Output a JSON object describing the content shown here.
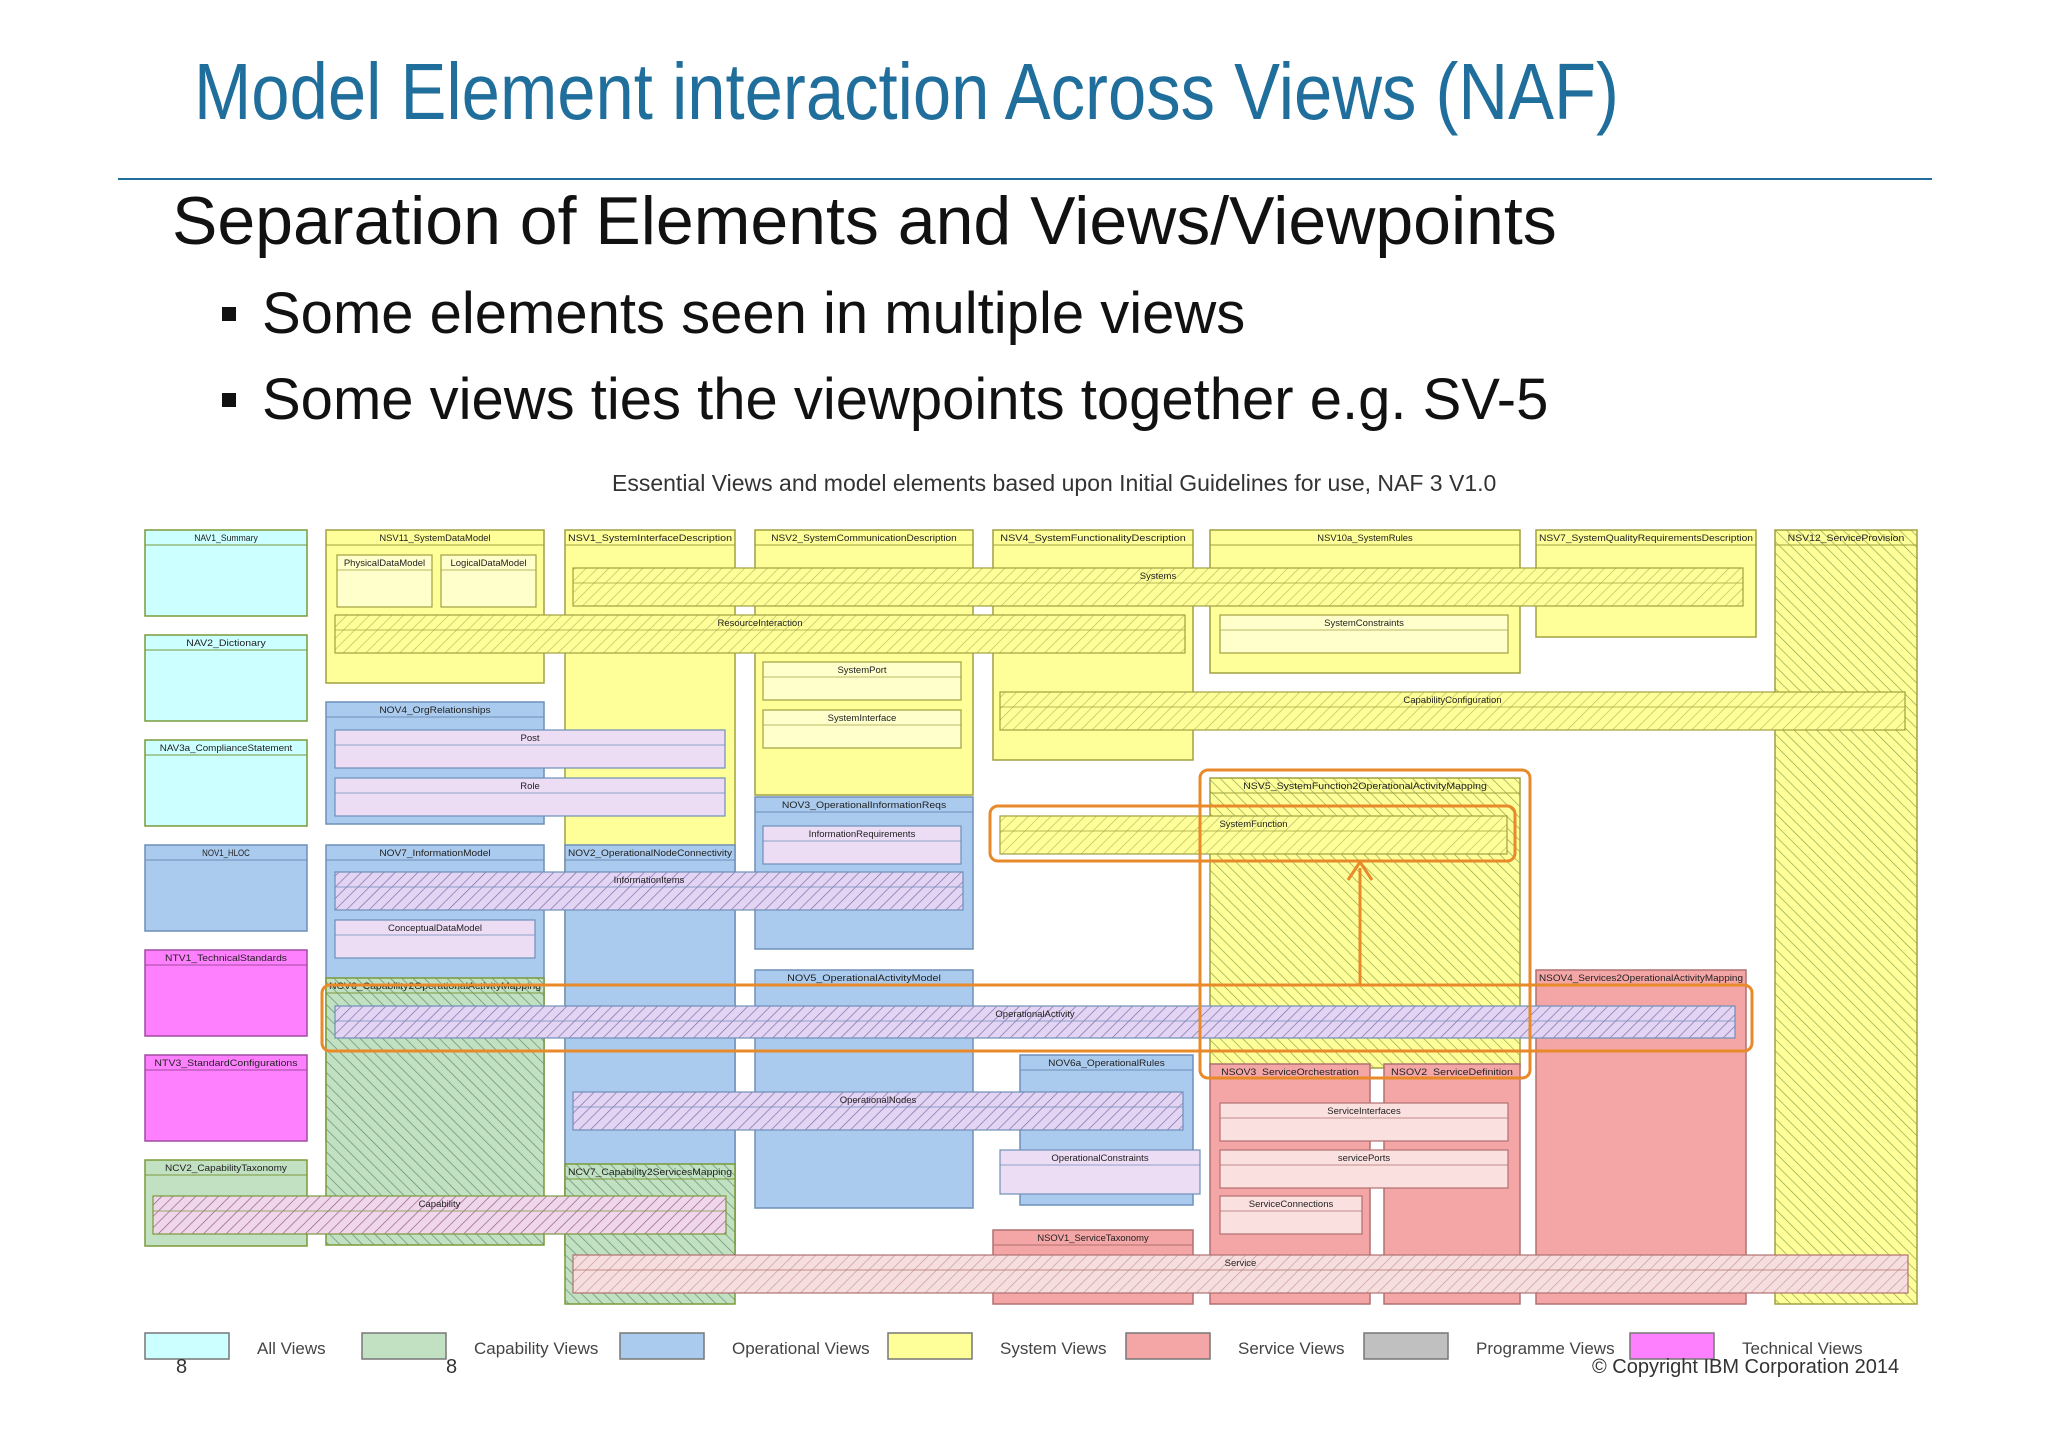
{
  "slide": {
    "title": "Model Element interaction Across Views (NAF)",
    "heading": "Separation of Elements and Views/Viewpoints",
    "bullets": [
      "Some elements seen in multiple views",
      "Some views ties the viewpoints together e.g. SV-5"
    ],
    "page_left": "8",
    "page_mid": "8",
    "copyright": "© Copyright IBM Corporation 2014"
  },
  "diagram": {
    "title": "Essential Views and model elements based upon Initial Guidelines for use, NAF 3 V1.0",
    "colors": {
      "all": "#ccffff",
      "capability": "#c2e0c2",
      "operational": "#aacbee",
      "system": "#ffff99",
      "service": "#f4a6a6",
      "programme": "#c0c0c0",
      "technical": "#ff80ff",
      "highlight": "#e8892a"
    },
    "views": [
      {
        "label": "NAV1_Summary",
        "cat": "all"
      },
      {
        "label": "NAV2_Dictionary",
        "cat": "all"
      },
      {
        "label": "NAV3a_ComplianceStatement",
        "cat": "all"
      },
      {
        "label": "NOV1_HLOC",
        "cat": "operational"
      },
      {
        "label": "NTV1_TechnicalStandards",
        "cat": "technical"
      },
      {
        "label": "NTV3_StandardConfigurations",
        "cat": "technical"
      },
      {
        "label": "NCV2_CapabilityTaxonomy",
        "cat": "capability"
      },
      {
        "label": "NSV11_SystemDataModel",
        "cat": "system"
      },
      {
        "label": "NOV4_OrgRelationships",
        "cat": "operational"
      },
      {
        "label": "NOV7_InformationModel",
        "cat": "operational"
      },
      {
        "label": "NCV6_Capability2OperationalActivityMapping",
        "cat": "capability"
      },
      {
        "label": "NSV1_SystemInterfaceDescription",
        "cat": "system"
      },
      {
        "label": "NOV2_OperationalNodeConnectivity",
        "cat": "operational"
      },
      {
        "label": "NCV7_Capability2ServicesMapping",
        "cat": "capability"
      },
      {
        "label": "NSV2_SystemCommunicationDescription",
        "cat": "system"
      },
      {
        "label": "NOV3_OperationalInformationReqs",
        "cat": "operational"
      },
      {
        "label": "NOV5_OperationalActivityModel",
        "cat": "operational"
      },
      {
        "label": "NSV4_SystemFunctionalityDescription",
        "cat": "system"
      },
      {
        "label": "NOV6a_OperationalRules",
        "cat": "operational"
      },
      {
        "label": "NSOV1_ServiceTaxonomy",
        "cat": "service"
      },
      {
        "label": "NSV10a_SystemRules",
        "cat": "system"
      },
      {
        "label": "NSV5_SystemFunction2OperationalActivityMapping",
        "cat": "system"
      },
      {
        "label": "NSOV3_ServiceOrchestration",
        "cat": "service"
      },
      {
        "label": "NSOV2_ServiceDefinition",
        "cat": "service"
      },
      {
        "label": "NSV7_SystemQualityRequirementsDescription",
        "cat": "system"
      },
      {
        "label": "NSOV4_Services2OperationalActivityMapping",
        "cat": "service"
      },
      {
        "label": "NSV12_ServiceProvision",
        "cat": "system"
      }
    ],
    "elements": [
      {
        "label": "PhysicalDataModel",
        "cat": "system"
      },
      {
        "label": "LogicalDataModel",
        "cat": "system"
      },
      {
        "label": "Systems",
        "cat": "system"
      },
      {
        "label": "ResourceInteraction",
        "cat": "system"
      },
      {
        "label": "SystemConstraints",
        "cat": "system"
      },
      {
        "label": "SystemPort",
        "cat": "system"
      },
      {
        "label": "SystemInterface",
        "cat": "system"
      },
      {
        "label": "CapabilityConfiguration",
        "cat": "system"
      },
      {
        "label": "Post",
        "cat": "operational"
      },
      {
        "label": "Role",
        "cat": "operational"
      },
      {
        "label": "InformationRequirements",
        "cat": "operational"
      },
      {
        "label": "SystemFunction",
        "cat": "system"
      },
      {
        "label": "InformationItems",
        "cat": "operational"
      },
      {
        "label": "ConceptualDataModel",
        "cat": "operational"
      },
      {
        "label": "OperationalActivity",
        "cat": "operational"
      },
      {
        "label": "OperationalNodes",
        "cat": "operational"
      },
      {
        "label": "OperationalConstraints",
        "cat": "operational"
      },
      {
        "label": "ServiceInterfaces",
        "cat": "service"
      },
      {
        "label": "servicePorts",
        "cat": "service"
      },
      {
        "label": "ServiceConnections",
        "cat": "service"
      },
      {
        "label": "Capability",
        "cat": "capability"
      },
      {
        "label": "Service",
        "cat": "service"
      }
    ],
    "legend": [
      {
        "label": "All Views",
        "cat": "all"
      },
      {
        "label": "Capability Views",
        "cat": "capability"
      },
      {
        "label": "Operational Views",
        "cat": "operational"
      },
      {
        "label": "System Views",
        "cat": "system"
      },
      {
        "label": "Service Views",
        "cat": "service"
      },
      {
        "label": "Programme Views",
        "cat": "programme"
      },
      {
        "label": "Technical Views",
        "cat": "technical"
      }
    ]
  }
}
